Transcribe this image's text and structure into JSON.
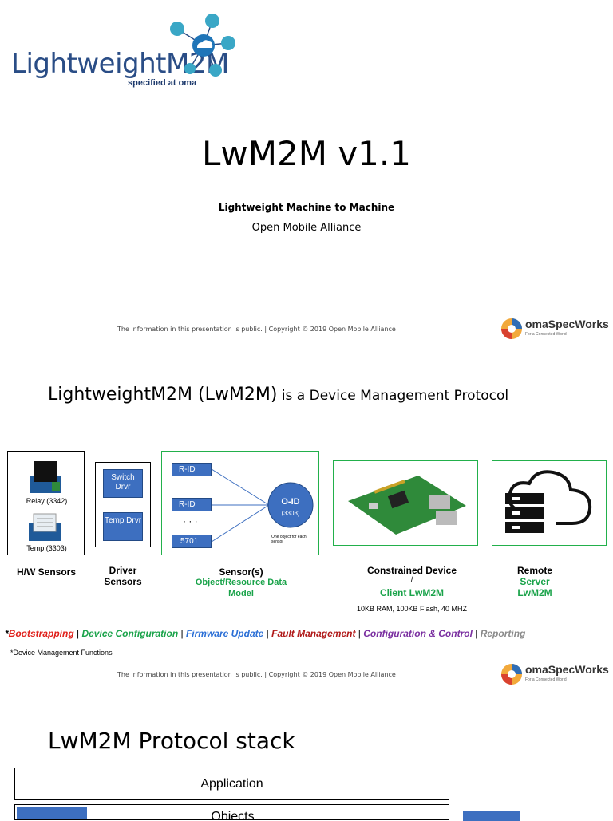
{
  "slide1": {
    "logo_text": "LightweightM2M",
    "logo_tagline": "specified at oma",
    "title": "LwM2M v1.1",
    "subtitle1": "Lightweight Machine to Machine",
    "subtitle2": "Open Mobile Alliance",
    "footer": "The information in this presentation is public.    |    Copyright © 2019  Open Mobile Alliance",
    "brand": "omaSpecWorks",
    "brand_tag": "For a Connected World"
  },
  "slide2": {
    "title_main": "LightweightM2M (LwM2M)",
    "title_rest": " is a Device Management Protocol",
    "relay_label": "Relay (3342)",
    "temp_label": "Temp (3303)",
    "switch_drvr": "Switch Drvr",
    "temp_drvr": "Temp Drvr",
    "rid1": "R-ID",
    "rid2": "R-ID",
    "dots": "· · ·",
    "r5701": "5701",
    "oid": "O-ID",
    "oid_sub": "(3303)",
    "one_object": "One object for each sensor",
    "hw_sensors": "H/W Sensors",
    "driver_sensors": "Driver Sensors",
    "sensors": "Sensor(s)",
    "obj_model": "Object/Resource Data Model",
    "constrained": "Constrained Device",
    "slash": "/",
    "client": "Client  LwM2M",
    "specs": "10KB RAM, 100KB Flash, 40 MHZ",
    "remote": "Remote",
    "server": "Server LwM2M",
    "functions": [
      {
        "text": "Bootstrapping",
        "color": "#e0201b"
      },
      {
        "text": "Device Configuration",
        "color": "#1aa34a"
      },
      {
        "text": "Firmware Update",
        "color": "#2b6fd6"
      },
      {
        "text": "Fault Management",
        "color": "#b01818"
      },
      {
        "text": "Configuration & Control",
        "color": "#7a2fa0"
      },
      {
        "text": "Reporting",
        "color": "#8a8a8a"
      }
    ],
    "star": "*",
    "sep": " | ",
    "note": "*Device Management Functions",
    "footer": "The information in this presentation is public.    |    Copyright © 2019  Open Mobile Alliance",
    "brand": "omaSpecWorks",
    "brand_tag": "For a Connected World"
  },
  "slide3": {
    "title": "LwM2M Protocol stack",
    "application": "Application",
    "objects": "Objects"
  }
}
